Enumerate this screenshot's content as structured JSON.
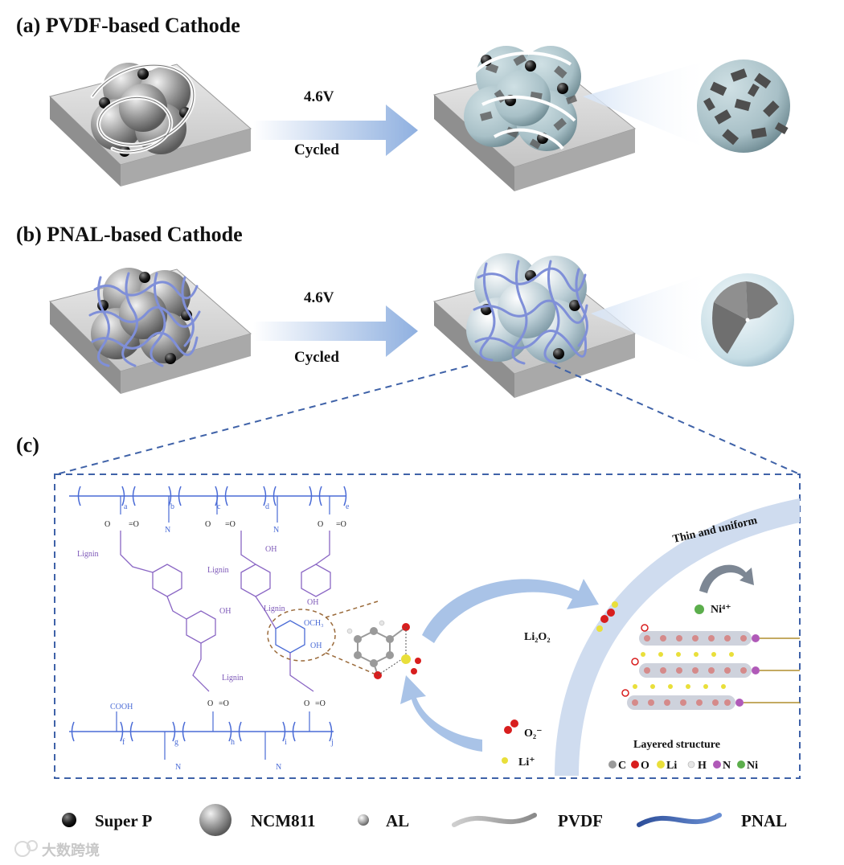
{
  "panels": {
    "a_title": "(a) PVDF-based Cathode",
    "b_title": "(b) PNAL-based Cathode",
    "c_label": "(c)",
    "arrow_a_voltage": "4.6V",
    "arrow_a_state": "Cycled",
    "arrow_b_voltage": "4.6V",
    "arrow_b_state": "Cycled"
  },
  "detail": {
    "thin_uniform": "Thin and uniform",
    "li2o2": "Li₂O₂",
    "o2_minus": "O₂⁻",
    "li_plus": "Li⁺",
    "ni4_plus": "Ni⁴⁺",
    "layered": "Layered structure",
    "atom_legend": [
      {
        "label": "C",
        "color": "#9a9a9a"
      },
      {
        "label": "O",
        "color": "#d81e1e"
      },
      {
        "label": "Li",
        "color": "#e9df3a"
      },
      {
        "label": "H",
        "color": "#e6e6e6"
      },
      {
        "label": "N",
        "color": "#b05ab8"
      },
      {
        "label": "Ni",
        "color": "#5cae4c"
      }
    ],
    "chem_labels": {
      "lignin_1": "Lignin",
      "lignin_2": "Lignin",
      "lignin_3": "Lignin",
      "lignin_4": "Lignin",
      "cooh": "COOH",
      "och3": "OCH₃",
      "oh_1": "OH",
      "oh_2": "OH",
      "oh_3": "OH",
      "oh_4": "OH"
    },
    "top_chain_subscripts": [
      "a",
      "b",
      "c",
      "d",
      "e"
    ],
    "bottom_chain_subscripts": [
      "f",
      "g",
      "h",
      "i",
      "j"
    ]
  },
  "legend": [
    {
      "label": "Super P"
    },
    {
      "label": "NCM811"
    },
    {
      "label": "AL"
    },
    {
      "label": "PVDF"
    },
    {
      "label": "PNAL"
    }
  ],
  "watermark": "大数跨境",
  "colors": {
    "pnal_blue": "#7f8fd8",
    "pvdf_white": "#f2f2f2",
    "substrate_grey": "#b9b9b9",
    "dash_blue": "#3f62a8",
    "arrow_blue": "#a9c1e6",
    "cei_blue": "#cfdcef"
  }
}
